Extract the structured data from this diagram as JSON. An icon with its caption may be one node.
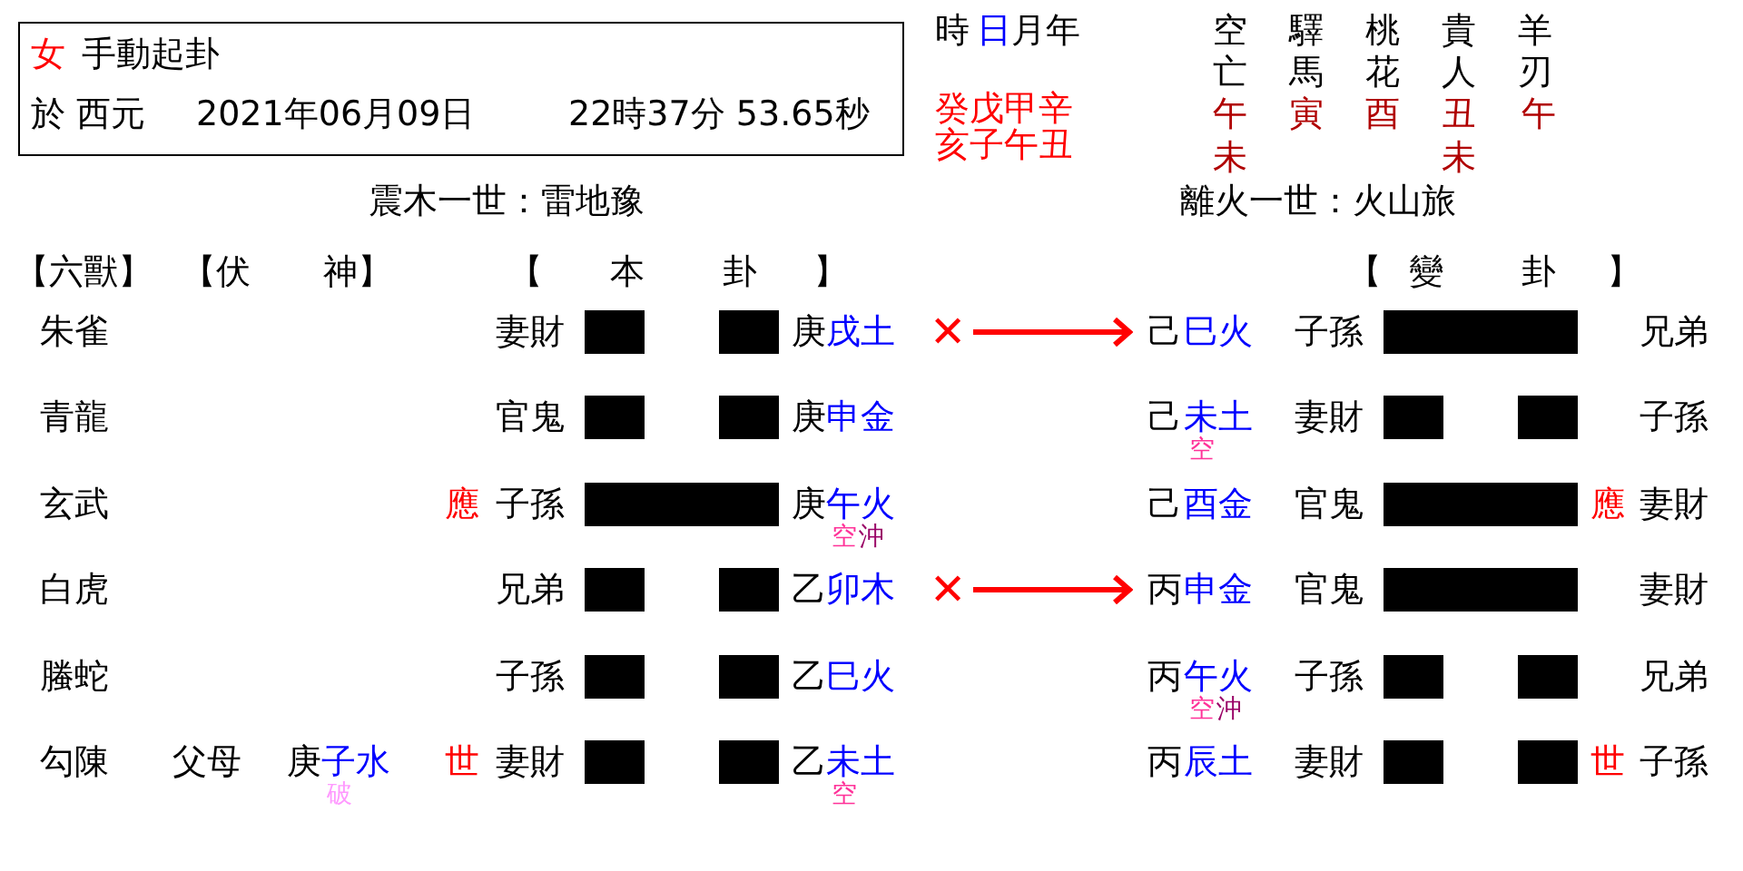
{
  "diagram": {
    "nodes": [
      {
        "text": [
          "女",
          "手動起卦",
          "於 西元",
          "2021年06月09日",
          "22時37分 53.65秒"
        ]
      },
      {
        "text": [
          "✕"
        ]
      },
      {
        "text": [
          "己",
          "巳火"
        ]
      },
      {
        "text": [
          "✕"
        ]
      },
      {
        "text": [
          "丙",
          "申金"
        ]
      }
    ],
    "edges": [
      {
        "from": 1,
        "to": 2,
        "arrow": "to"
      },
      {
        "from": 3,
        "to": 4,
        "arrow": "to"
      }
    ],
    "labels": [
      "時",
      "日",
      "月年",
      "癸戊甲辛",
      "亥子午丑",
      "空",
      "驛",
      "桃",
      "貴",
      "羊",
      "亡",
      "馬",
      "花",
      "人",
      "刃",
      "午",
      "寅",
      "酉",
      "丑",
      "午",
      "未",
      "未",
      "震木一世：雷地豫",
      "離火一世：火山旅",
      "【六獸】",
      "【伏",
      "神】",
      "【",
      "本",
      "卦",
      "】",
      "【",
      "變",
      "卦",
      "】",
      "朱雀",
      "妻財",
      "庚",
      "戌土",
      "子孫",
      "兄弟",
      "青龍",
      "官鬼",
      "庚",
      "申金",
      "己",
      "未土",
      "妻財",
      "子孫",
      "空",
      "玄武",
      "應",
      "子孫",
      "庚",
      "午火",
      "己",
      "酉金",
      "官鬼",
      "應",
      "妻財",
      "空",
      "沖",
      "白虎",
      "兄弟",
      "乙",
      "卯木",
      "官鬼",
      "妻財",
      "螣蛇",
      "子孫",
      "乙",
      "巳火",
      "丙",
      "午火",
      "子孫",
      "兄弟",
      "空",
      "沖",
      "勾陳",
      "父母",
      "庚",
      "子水",
      "世",
      "妻財",
      "乙",
      "未土",
      "丙",
      "辰土",
      "妻財",
      "世",
      "子孫",
      "破",
      "空"
    ]
  }
}
